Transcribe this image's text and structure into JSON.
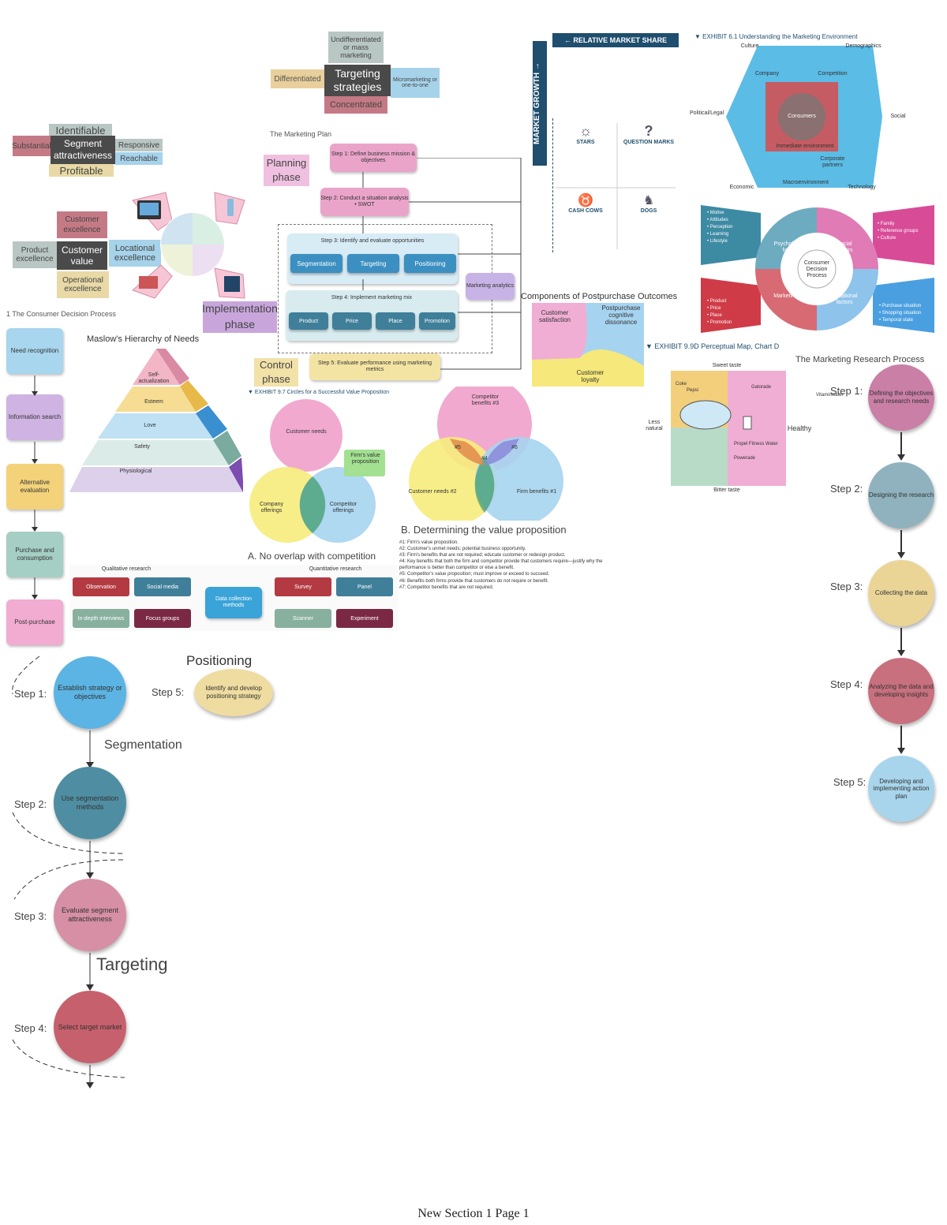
{
  "targeting_strategies": {
    "center": "Targeting strategies",
    "top": "Undifferentiated or mass marketing",
    "left": "Differentiated",
    "right": "Micromarketing or one-to-one",
    "bottom": "Concentrated"
  },
  "segment_attractiveness": {
    "center": "Segment attractiveness",
    "top": "Identifiable",
    "left": "Substantial",
    "right_top": "Responsive",
    "right_bottom": "Reachable",
    "bottom": "Profitable"
  },
  "customer_value": {
    "center": "Customer value",
    "top": "Customer excellence",
    "left": "Product excellence",
    "right": "Locational excellence",
    "bottom": "Operational excellence"
  },
  "marketing_plan": {
    "title": "The Marketing Plan",
    "planning_phase": "Planning phase",
    "implementation_phase": "Implementation phase",
    "control_phase": "Control phase",
    "step1": "Step 1: Define business mission & objectives",
    "step2": "Step 2: Conduct a situation analysis\n• SWOT",
    "step3": "Step 3: Identify and evaluate opportunities",
    "stp": [
      "Segmentation",
      "Targeting",
      "Positioning"
    ],
    "step4": "Step 4: Implement marketing mix",
    "mix": [
      "Product",
      "Price",
      "Place",
      "Promotion"
    ],
    "step5": "Step 5: Evaluate performance using marketing metrics",
    "metrics": "Marketing analytics"
  },
  "growth_matrix": {
    "relative_market_share": "← RELATIVE MARKET SHARE",
    "market_growth": "MARKET GROWTH →",
    "quadrants": [
      {
        "name": "STARS",
        "icon": "star-icon"
      },
      {
        "name": "QUESTION MARKS",
        "icon": "question-icon"
      },
      {
        "name": "CASH COWS",
        "icon": "cow-icon"
      },
      {
        "name": "DOGS",
        "icon": "dog-icon"
      }
    ]
  },
  "exhibit_61": {
    "title": "▼ EXHIBIT 6.1  Understanding the Marketing Environment",
    "outer": [
      "Culture",
      "Demographics",
      "Social",
      "Technology",
      "Political/Legal",
      "Economic"
    ],
    "inner": [
      "Company",
      "Corporate partners",
      "Competition",
      "Immediate environment"
    ],
    "center": "Consumers",
    "macro": "Macroenvironment"
  },
  "consumer_decision": {
    "title": "1  The Consumer Decision Process",
    "steps": [
      "Need recognition",
      "Information search",
      "Alternative evaluation",
      "Purchase and consumption",
      "Post-purchase"
    ]
  },
  "maslow": {
    "title": "Maslow's Hierarchy of Needs",
    "levels": [
      "Self-actualization",
      "Esteem",
      "Love",
      "Safety",
      "Physiological"
    ]
  },
  "postpurchase": {
    "title": "Components of Postpurchase Outcomes",
    "items": [
      "Customer satisfaction",
      "Postpurchase cognitive dissonance",
      "Customer loyalty"
    ]
  },
  "exhibit_97": {
    "title": "▼ EXHIBIT 9.7  Circles for a Successful Value Proposition",
    "circles": [
      "Customer needs",
      "Company offerings",
      "Competitor offerings"
    ],
    "callout": "Firm's value proposition",
    "caption_a": "A. No overlap with competition"
  },
  "value_prop_b": {
    "caption": "B. Determining the value proposition",
    "circles": [
      "Competitor benefits #3",
      "Customer needs #2",
      "Firm benefits #1"
    ],
    "regions": [
      "#5",
      "#6",
      "#4"
    ],
    "notes": [
      "#1: Firm's value proposition.",
      "#2: Customer's unmet needs; potential business opportunity.",
      "#3: Firm's benefits that are not required; educate customer or redesign product.",
      "#4: Key benefits that both the firm and competitor provide that customers require—justify why the performance is better than competitor or else a benefit.",
      "#5: Competitor's value proposition; must improve or exceed to succeed.",
      "#6: Benefits both firms provide that customers do not require or benefit.",
      "#7: Competitor benefits that are not required."
    ]
  },
  "exhibit_99d": {
    "title": "▼ EXHIBIT 9.9D  Perceptual Map, Chart D",
    "axes": [
      "Sweet taste",
      "Bitter taste",
      "Less natural",
      "Healthy"
    ],
    "labels": [
      "Coke",
      "Pepsi",
      "Gatorade",
      "Vitaminwater",
      "Propel Fitness Water",
      "Powerade"
    ]
  },
  "marketing_research": {
    "title": "The Marketing Research Process",
    "steps": [
      {
        "label": "Step 1:",
        "text": "Defining the objectives and research needs",
        "color": "#c97fa6"
      },
      {
        "label": "Step 2:",
        "text": "Designing the research",
        "color": "#8fb2be"
      },
      {
        "label": "Step 3:",
        "text": "Collecting the data",
        "color": "#ead597"
      },
      {
        "label": "Step 4:",
        "text": "Analyzing the data and developing insights",
        "color": "#c8707e"
      },
      {
        "label": "Step 5:",
        "text": "Developing and implementing action plan",
        "color": "#a8d5ec"
      }
    ]
  },
  "research_methods": {
    "qualitative_title": "Qualitative research",
    "quantitative_title": "Quantitative research",
    "center": "Data collection methods",
    "qualitative": [
      "Observation",
      "Social media",
      "In-depth interviews",
      "Focus groups"
    ],
    "quantitative": [
      "Survey",
      "Panel",
      "Scanner",
      "Experiment"
    ]
  },
  "stp_process": {
    "positioning": "Positioning",
    "step5_label": "Step 5:",
    "step5": "Identify and develop positioning strategy",
    "segmentation": "Segmentation",
    "targeting": "Targeting",
    "steps": [
      {
        "label": "Step 1:",
        "text": "Establish strategy or objectives"
      },
      {
        "label": "Step 2:",
        "text": "Use segmentation methods"
      },
      {
        "label": "Step 3:",
        "text": "Evaluate segment attractiveness"
      },
      {
        "label": "Step 4:",
        "text": "Select target market"
      }
    ]
  },
  "consumer_wheel": {
    "center": "Consumer Decision Process",
    "segments": [
      "Psychological factors",
      "Social factors",
      "Marketing mix",
      "Situational factors"
    ],
    "lists": [
      [
        "• Motive",
        "• Attitudes",
        "• Perception",
        "• Learning",
        "• Lifestyle"
      ],
      [
        "• Family",
        "• Reference groups",
        "• Culture"
      ],
      [
        "• Product",
        "• Price",
        "• Place",
        "• Promotion"
      ],
      [
        "• Purchase situation",
        "• Shopping situation",
        "• Temporal state"
      ]
    ]
  },
  "footer": "New Section 1 Page 1"
}
